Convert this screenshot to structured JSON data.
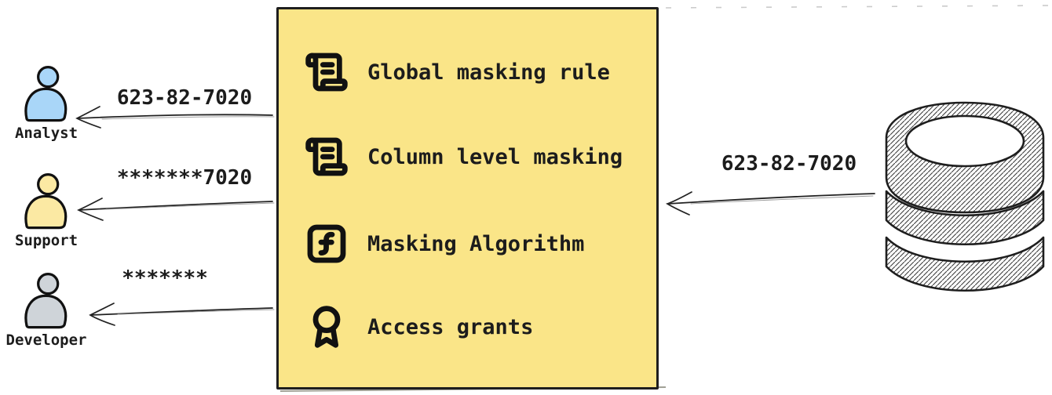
{
  "diagram": {
    "masking_panel": {
      "items": [
        {
          "icon": "scroll-text-icon",
          "label": "Global masking rule"
        },
        {
          "icon": "scroll-text-icon",
          "label": "Column level masking"
        },
        {
          "icon": "function-square-icon",
          "label": "Masking Algorithm"
        },
        {
          "icon": "award-icon",
          "label": "Access grants"
        }
      ],
      "fill_color": "#FAE588",
      "stroke_color": "#1E1E1E"
    },
    "consumers": [
      {
        "name": "Analyst",
        "received_value": "623-82-7020",
        "color": "#A9D6F8"
      },
      {
        "name": "Support",
        "received_value": "*******7020",
        "color": "#FBE9A3"
      },
      {
        "name": "Developer",
        "received_value": "*******",
        "color": "#CFD4D9"
      }
    ],
    "source": {
      "name": "database",
      "sent_value": "623-82-7020"
    }
  }
}
